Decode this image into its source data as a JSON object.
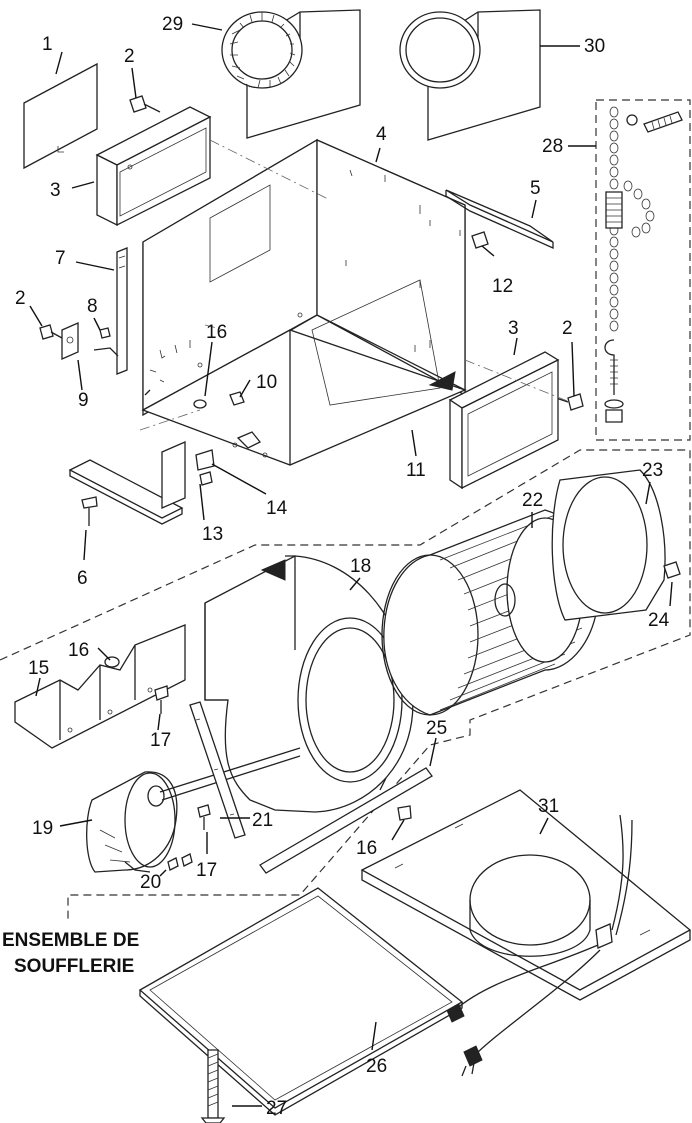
{
  "parts": [
    {
      "number": "1"
    },
    {
      "number": "2"
    },
    {
      "number": "2"
    },
    {
      "number": "2"
    },
    {
      "number": "3"
    },
    {
      "number": "3"
    },
    {
      "number": "4"
    },
    {
      "number": "5"
    },
    {
      "number": "6"
    },
    {
      "number": "7"
    },
    {
      "number": "8"
    },
    {
      "number": "9"
    },
    {
      "number": "10"
    },
    {
      "number": "11"
    },
    {
      "number": "12"
    },
    {
      "number": "13"
    },
    {
      "number": "14"
    },
    {
      "number": "15"
    },
    {
      "number": "16"
    },
    {
      "number": "16"
    },
    {
      "number": "16"
    },
    {
      "number": "17"
    },
    {
      "number": "17"
    },
    {
      "number": "18"
    },
    {
      "number": "19"
    },
    {
      "number": "20"
    },
    {
      "number": "21"
    },
    {
      "number": "22"
    },
    {
      "number": "23"
    },
    {
      "number": "24"
    },
    {
      "number": "25"
    },
    {
      "number": "26"
    },
    {
      "number": "27"
    },
    {
      "number": "28"
    },
    {
      "number": "29"
    },
    {
      "number": "30"
    },
    {
      "number": "31"
    }
  ],
  "blower_assembly_caption": {
    "line1": "ENSEMBLE DE",
    "line2": "SOUFFLERIE"
  }
}
